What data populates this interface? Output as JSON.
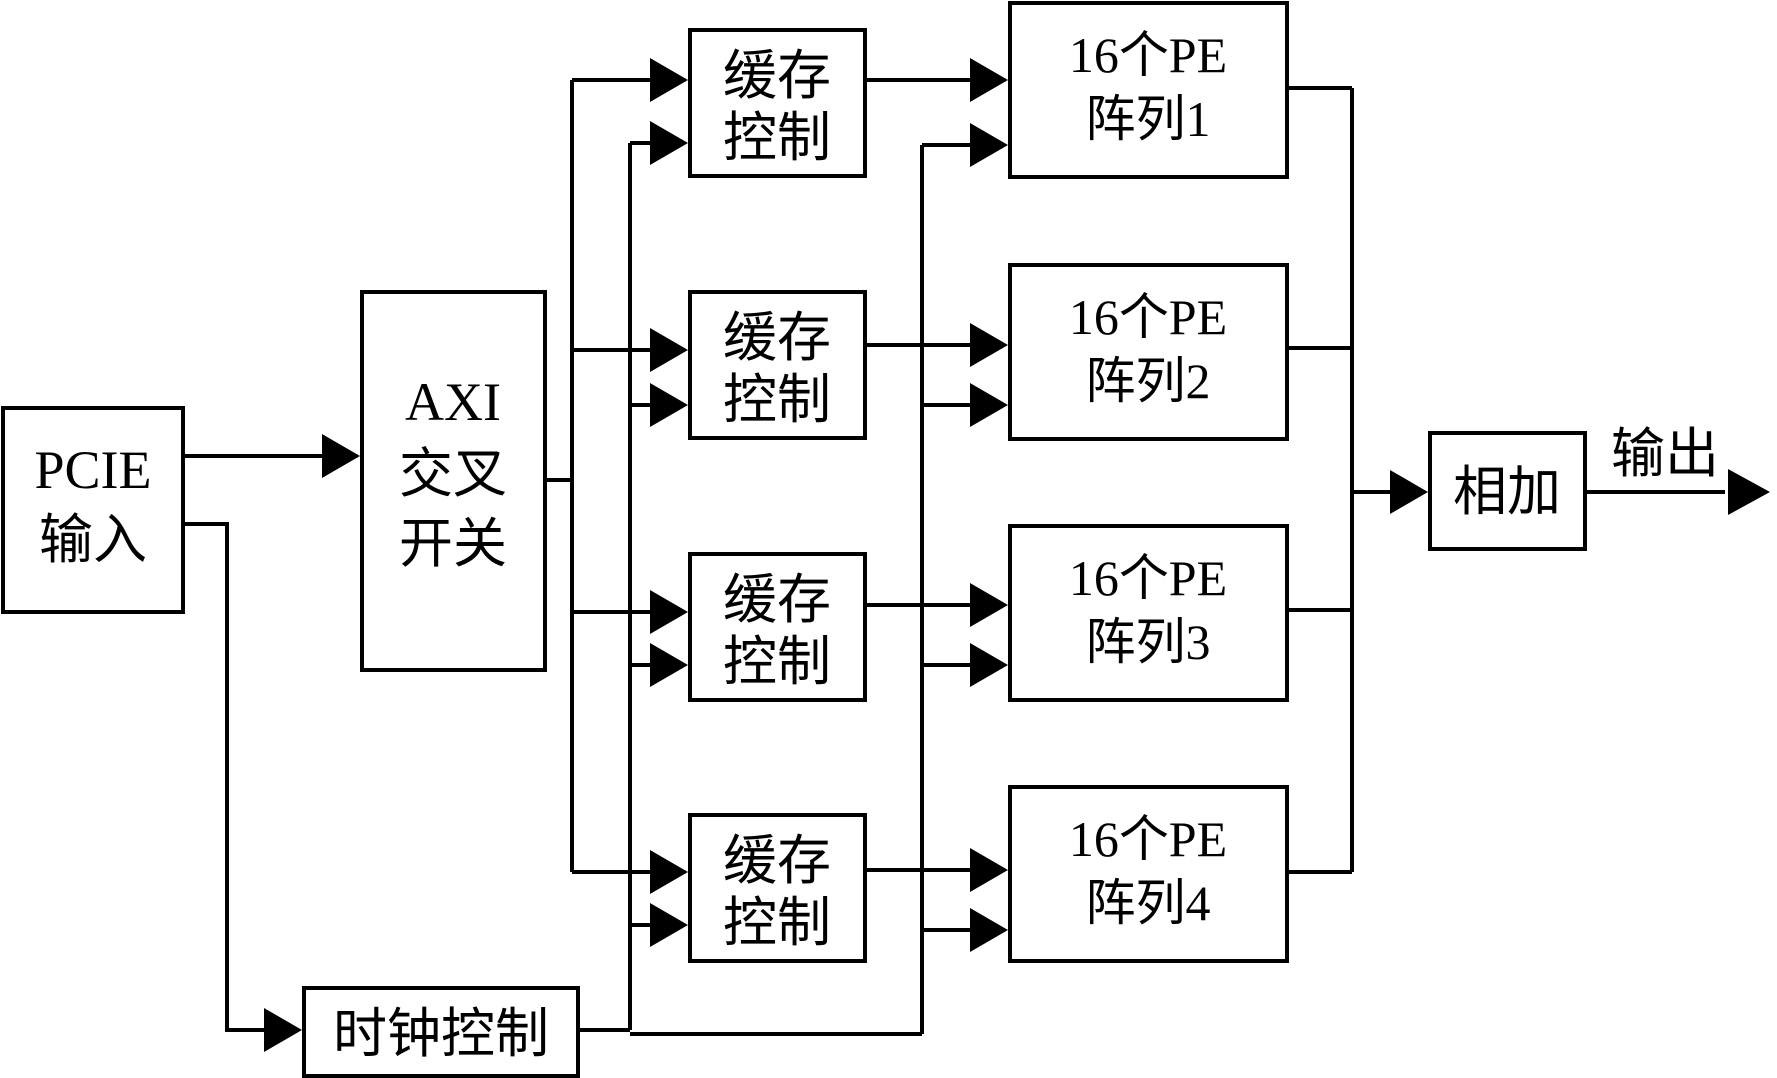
{
  "diagram": {
    "pcie": {
      "line1": "PCIE",
      "line2": "输入"
    },
    "axi": {
      "line1": "AXI",
      "line2": "交叉",
      "line3": "开关"
    },
    "clock": {
      "label": "时钟控制"
    },
    "buffers": [
      {
        "line1": "缓存",
        "line2": "控制"
      },
      {
        "line1": "缓存",
        "line2": "控制"
      },
      {
        "line1": "缓存",
        "line2": "控制"
      },
      {
        "line1": "缓存",
        "line2": "控制"
      }
    ],
    "pe_arrays": [
      {
        "line1": "16个PE",
        "line2": "阵列1"
      },
      {
        "line1": "16个PE",
        "line2": "阵列2"
      },
      {
        "line1": "16个PE",
        "line2": "阵列3"
      },
      {
        "line1": "16个PE",
        "line2": "阵列4"
      }
    ],
    "adder": {
      "label": "相加"
    },
    "output": {
      "label": "输出"
    }
  }
}
